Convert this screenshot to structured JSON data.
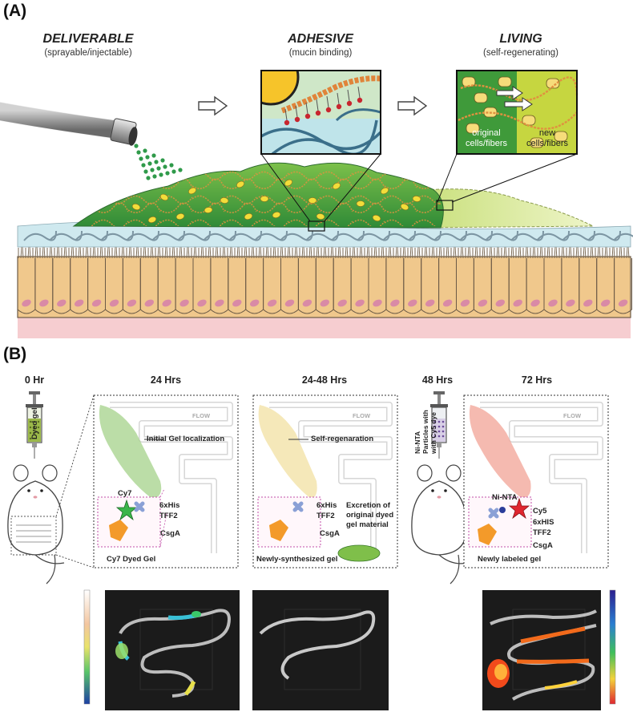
{
  "panel_a": {
    "label": "(A)",
    "stages": [
      {
        "title": "DELIVERABLE",
        "subtitle": "(sprayable/injectable)"
      },
      {
        "title": "ADHESIVE",
        "subtitle": "(mucin binding)"
      },
      {
        "title": "LIVING",
        "subtitle": "(self-regenerating)"
      }
    ],
    "living_inset": {
      "left_text": [
        "original",
        "cells/fibers"
      ],
      "right_text": [
        "new",
        "cells/fibers"
      ]
    }
  },
  "panel_b": {
    "label": "(B)",
    "timepoints": [
      "0 Hr",
      "24 Hrs",
      "24-48 Hrs",
      "48 Hrs",
      "72 Hrs"
    ],
    "syringe_1": "Dyed gel",
    "syringe_2": "Ni-NTA Particles with with Cy5 dye",
    "flow_label": "FLOW",
    "box_24": {
      "callout": "Initial Gel localization",
      "dye": "Cy7",
      "tag": "6xHis",
      "tff": "TFF2",
      "csg": "CsgA",
      "caption": "Cy7 Dyed Gel"
    },
    "box_2448": {
      "callout": "Self-regenaration",
      "tag": "6xHis",
      "tff": "TFF2",
      "csg": "CsgA",
      "excretion": [
        "Excretion of",
        "original dyed",
        "gel material"
      ],
      "caption": "Newly-synthesized gel"
    },
    "box_72": {
      "nta": "Ni-NTA",
      "dye": "Cy5",
      "tag": "6xHIS",
      "tff": "TFF2",
      "csg": "CsgA",
      "caption": "Newly labeled gel"
    }
  },
  "colors": {
    "gel_green": "#3f9a3a",
    "mucus_blue": "#cfe9ef",
    "cell_tan": "#f0c88c",
    "nucleus_pink": "#d98aa6",
    "fiber_orange": "#d9823a",
    "cy7_green": "#3ab54a",
    "cy5_red": "#e0262f"
  }
}
